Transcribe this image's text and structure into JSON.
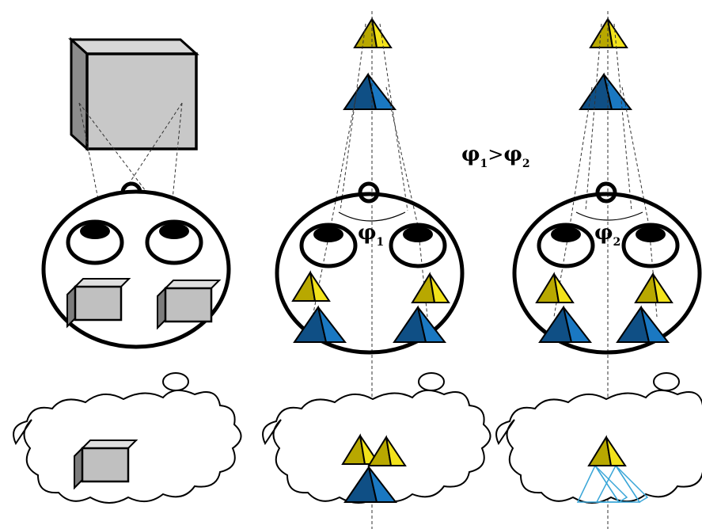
{
  "labels": {
    "phi": "φ",
    "sub1": "1",
    "sub2": "2",
    "gt": ">"
  },
  "colors": {
    "cube_face": "#c8c8c8",
    "cube_side": "#8c8c8c",
    "blue": "#1a78c2",
    "blue_dark": "#0f4f85",
    "yellow": "#f2e21b",
    "yellow_dark": "#b8a800",
    "outline": "#000000",
    "ghost_blue": "#3aa6d8",
    "cloud_fill": "#ffffff"
  },
  "panels": [
    {
      "name": "panel-cube",
      "object": "cube"
    },
    {
      "name": "panel-pyramids-wide",
      "object": "pyramids",
      "angle_label": "1"
    },
    {
      "name": "panel-pyramids-narrow",
      "object": "pyramids",
      "angle_label": "2"
    }
  ]
}
